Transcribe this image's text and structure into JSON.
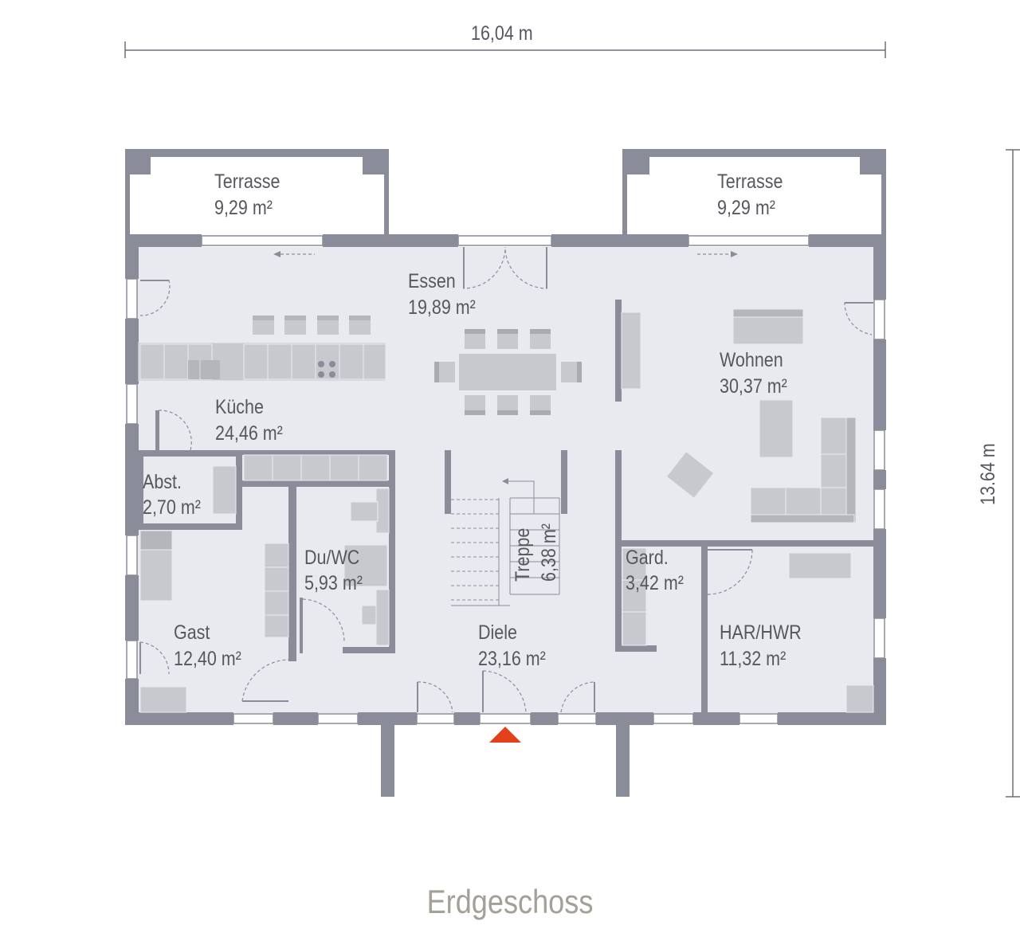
{
  "dimensions": {
    "width": "16,04 m",
    "depth": "13.64 m"
  },
  "rooms": {
    "terrasse_left": {
      "name": "Terrasse",
      "area": "9,29 m²"
    },
    "terrasse_right": {
      "name": "Terrasse",
      "area": "9,29 m²"
    },
    "essen": {
      "name": "Essen",
      "area": "19,89 m²"
    },
    "wohnen": {
      "name": "Wohnen",
      "area": "30,37 m²"
    },
    "kueche": {
      "name": "Küche",
      "area": "24,46 m²"
    },
    "abst": {
      "name": "Abst.",
      "area": "2,70 m²"
    },
    "duwc": {
      "name": "Du/WC",
      "area": "5,93 m²"
    },
    "treppe": {
      "name": "Treppe",
      "area": "6,38 m²"
    },
    "gard": {
      "name": "Gard.",
      "area": "3,42 m²"
    },
    "gast": {
      "name": "Gast",
      "area": "12,40 m²"
    },
    "diele": {
      "name": "Diele",
      "area": "23,16 m²"
    },
    "harhwr": {
      "name": "HAR/HWR",
      "area": "11,32 m²"
    }
  },
  "floor_title": "Erdgeschoss",
  "colors": {
    "wall": "#8a8d99",
    "floor": "#e8eaef",
    "furniture": "#c7c9cf",
    "text": "#55585d",
    "entrance_marker": "#e5401c",
    "title": "#a49f97"
  }
}
